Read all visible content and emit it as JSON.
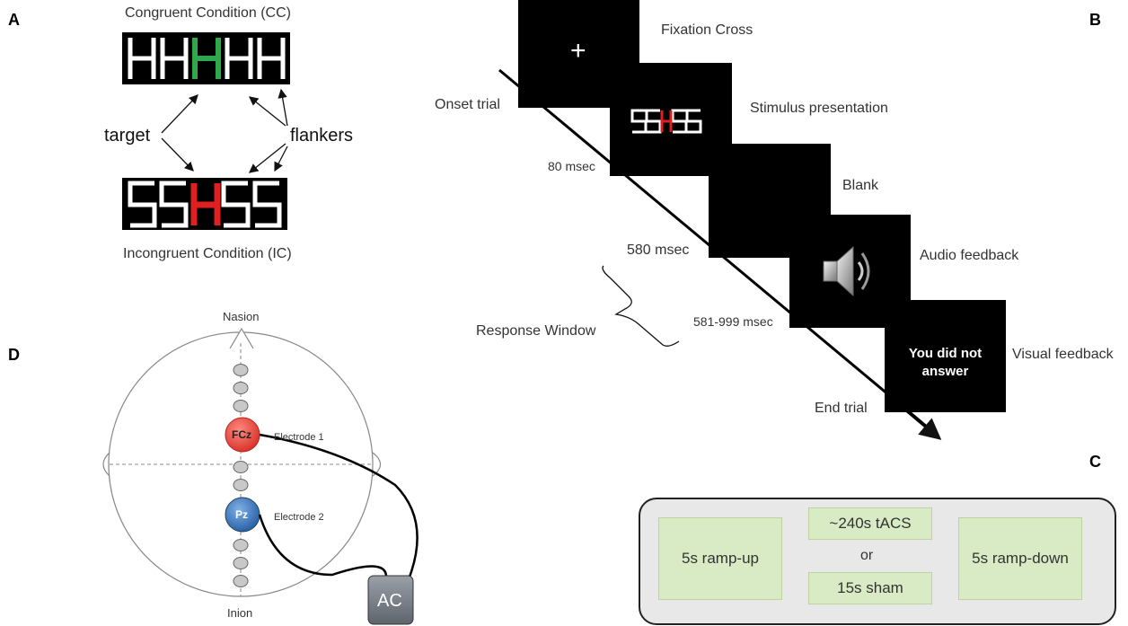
{
  "panels": {
    "a": "A",
    "b": "B",
    "c": "C",
    "d": "D"
  },
  "panel_a": {
    "cc_title": "Congruent Condition (CC)",
    "ic_title": "Incongruent Condition (IC)",
    "target": "target",
    "flankers": "flankers",
    "cc_letters": [
      "H",
      "H",
      "H",
      "H",
      "H"
    ],
    "ic_letters": [
      "S",
      "S",
      "H",
      "S",
      "S"
    ],
    "colors": {
      "congruent_target": "#2ea84a",
      "incongruent_target": "#e02020"
    }
  },
  "panel_b": {
    "fixation_symbol": "+",
    "fixation_cross": "Fixation Cross",
    "onset_trial": "Onset trial",
    "stimulus_presentation": "Stimulus presentation",
    "stimulus": "SSHSS",
    "t80": "80 msec",
    "blank": "Blank",
    "t580": "580 msec",
    "audio_feedback": "Audio feedback",
    "response_window": "Response Window",
    "t581": "581-999 msec",
    "visual_feedback": "Visual feedback",
    "feedback_text_1": "You did not",
    "feedback_text_2": "answer",
    "end_trial": "End trial"
  },
  "panel_c": {
    "ramp_up": "5s ramp-up",
    "tacs": "~240s tACS",
    "or": "or",
    "sham": "15s sham",
    "ramp_down": "5s ramp-down"
  },
  "panel_d": {
    "nasion": "Nasion",
    "inion": "Inion",
    "fcz": "FCz",
    "pz": "Pz",
    "electrode1": "Electrode 1",
    "electrode2": "Electrode 2",
    "ac": "AC",
    "colors": {
      "fcz": "#e8403a",
      "pz": "#2e6db5"
    }
  }
}
